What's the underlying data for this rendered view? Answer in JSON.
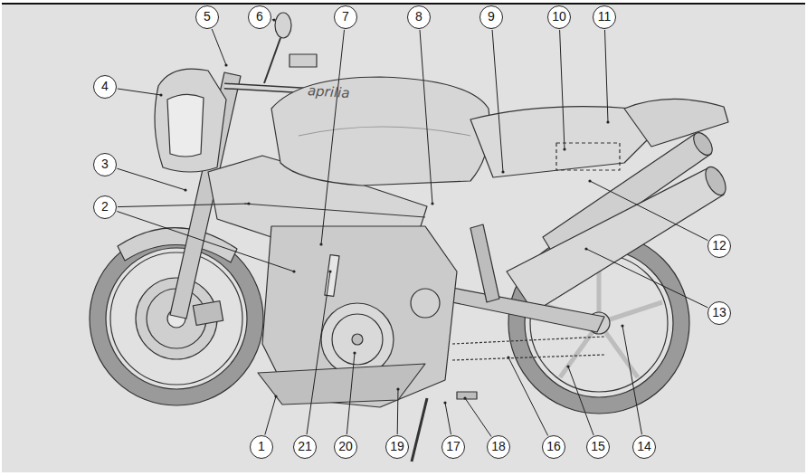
{
  "diagram": {
    "labels": [
      "5",
      "6",
      "7",
      "8",
      "9",
      "10",
      "11",
      "4",
      "3",
      "2",
      "12",
      "13",
      "1",
      "21",
      "20",
      "19",
      "17",
      "18",
      "16",
      "15",
      "14",
      "aprilia"
    ]
  }
}
